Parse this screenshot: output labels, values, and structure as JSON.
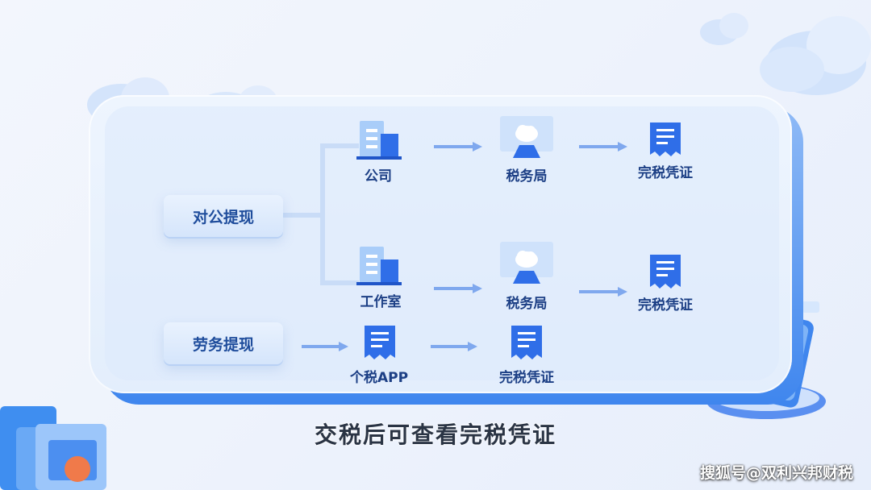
{
  "diagram": {
    "left_buttons": [
      {
        "label": "对公提现"
      },
      {
        "label": "劳务提现"
      }
    ],
    "row1": {
      "steps": [
        {
          "label": "公司"
        },
        {
          "label": "税务局"
        },
        {
          "label": "完税凭证"
        }
      ]
    },
    "row2": {
      "steps": [
        {
          "label": "工作室"
        },
        {
          "label": "税务局"
        },
        {
          "label": "完税凭证"
        }
      ]
    },
    "row3": {
      "steps": [
        {
          "label": "个税APP"
        },
        {
          "label": "完税凭证"
        }
      ]
    }
  },
  "caption": "交税后可查看完税凭证",
  "watermark": "搜狐号@双利兴邦财税",
  "colors": {
    "accent": "#2f6ee8",
    "label": "#1c3f85",
    "panel_edge": "#3f86ee"
  }
}
